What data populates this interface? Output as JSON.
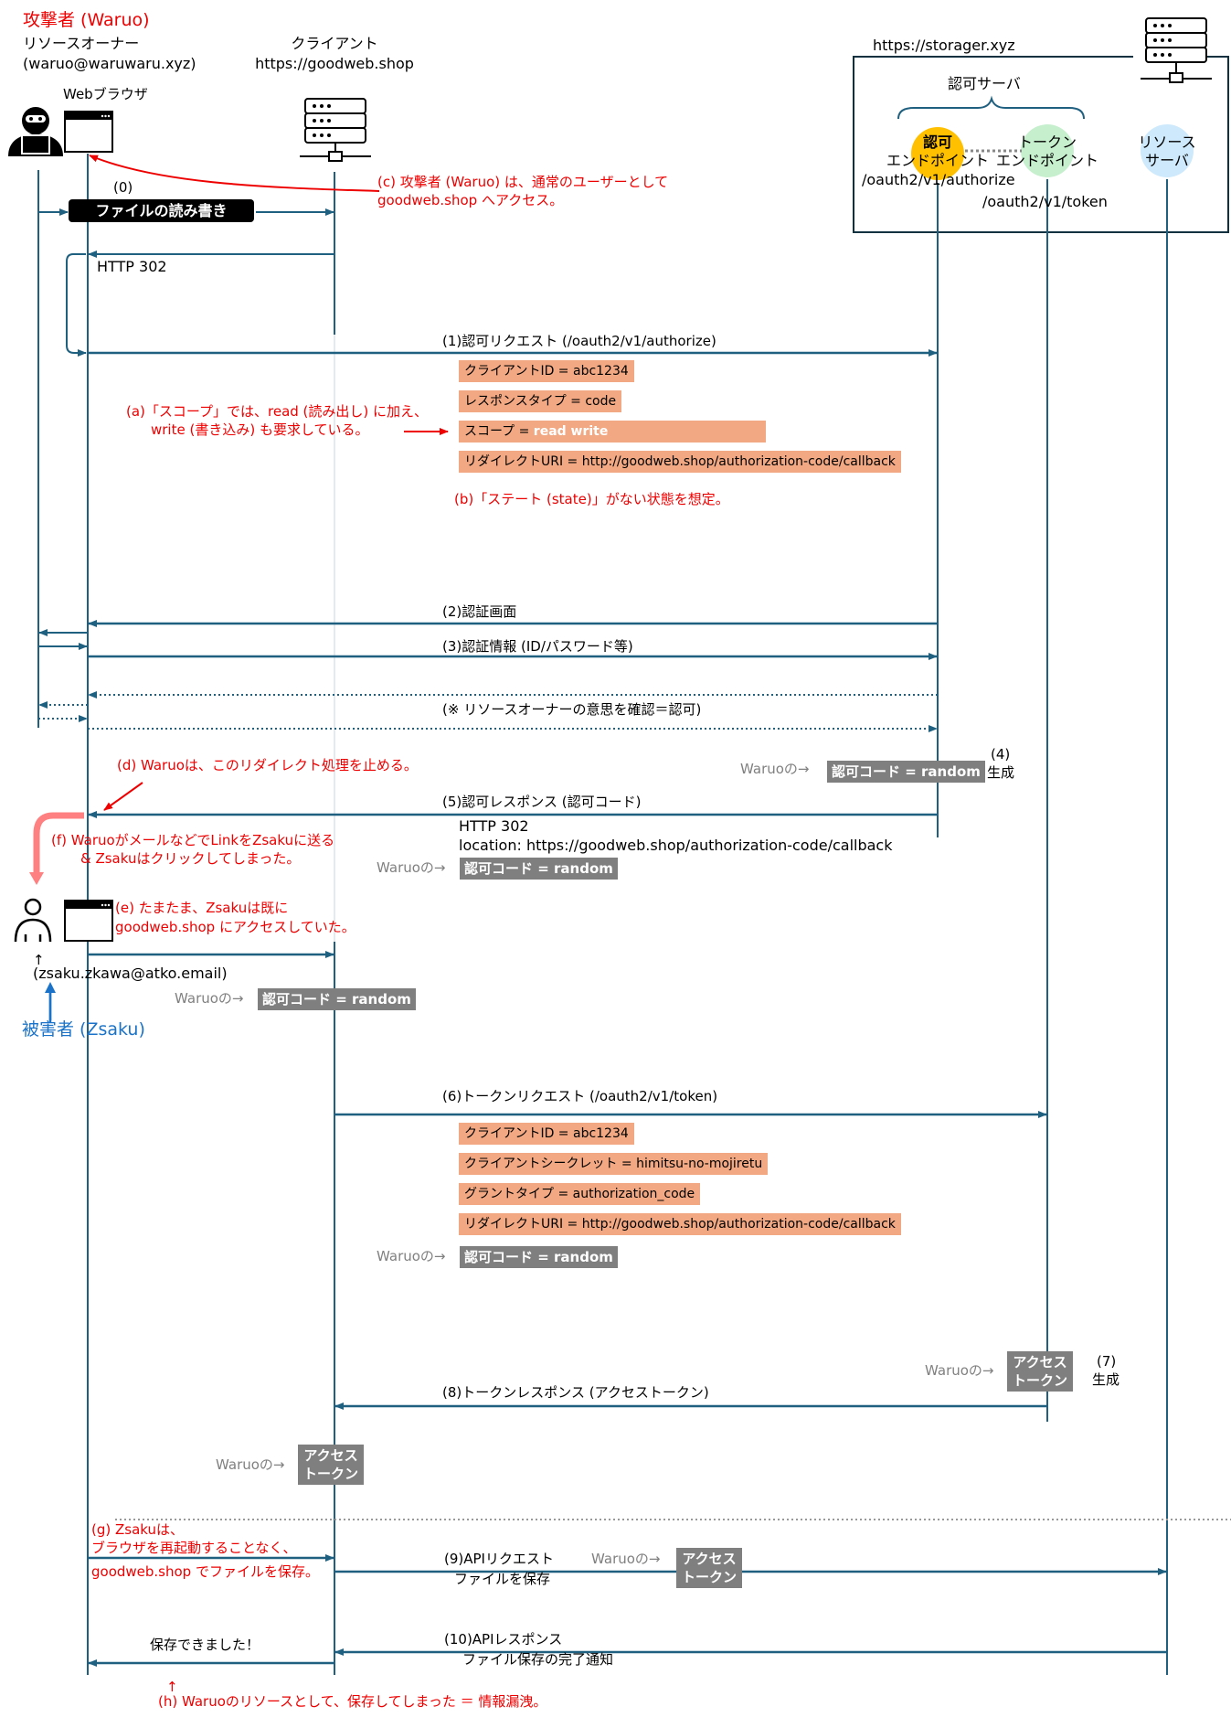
{
  "actors": {
    "attacker": {
      "title": "攻撃者 (Waruo)",
      "role": "リソースオーナー",
      "email": "(waruo@waruwaru.xyz)",
      "browser_label": "Webブラウザ"
    },
    "client": {
      "label": "クライアント",
      "url": "https://goodweb.shop"
    },
    "storage": {
      "url": "https://storager.xyz",
      "auth_server_label": "認可サーバ",
      "authorize_endpoint": {
        "line1": "認可",
        "line2": "エンドポイント",
        "path": "/oauth2/v1/authorize",
        "color": "#ffc000"
      },
      "token_endpoint": {
        "line1": "トークン",
        "line2": "エンドポイント",
        "path": "/oauth2/v1/token",
        "color": "#c6efce"
      },
      "resource_server": {
        "line1": "リソース",
        "line2": "サーバ",
        "color": "#cde9fb"
      }
    },
    "victim": {
      "arrow": "↑",
      "email": "(zsaku.zkawa@atko.email)",
      "title": "被害者 (Zsaku)"
    }
  },
  "steps": {
    "s0_num": "(0)",
    "s0_label": "ファイルの読み書き",
    "http302": "HTTP 302",
    "s1": "(1)認可リクエスト (/oauth2/v1/authorize)",
    "s1_params": [
      {
        "key": "クライアントID = ",
        "value": "abc1234"
      },
      {
        "key": "レスポンスタイプ = ",
        "value": "code"
      },
      {
        "key": "スコープ = ",
        "value": "read write",
        "highlight": true
      },
      {
        "key": "リダイレクトURI = ",
        "value": "http://goodweb.shop/authorization-code/callback"
      }
    ],
    "s2": "(2)認証画面",
    "s3": "(3)認証情報 (ID/パスワード等)",
    "consent": "(※ リソースオーナーの意思を確認＝認可)",
    "s4_num": "(4)",
    "s4_gen": "生成",
    "s5": "(5)認可レスポンス (認可コード)",
    "s5_http": "HTTP 302",
    "s5_location": "location: https://goodweb.shop/authorization-code/callback",
    "s6": "(6)トークンリクエスト (/oauth2/v1/token)",
    "s6_params": [
      {
        "key": "クライアントID = ",
        "value": "abc1234"
      },
      {
        "key": "クライアントシークレット = ",
        "value": "himitsu-no-mojiretu"
      },
      {
        "key": "グラントタイプ = ",
        "value": "authorization_code"
      },
      {
        "key": "リダイレクトURI = ",
        "value": "http://goodweb.shop/authorization-code/callback"
      }
    ],
    "s7_num": "(7)",
    "s7_gen": "生成",
    "s8": "(8)トークンレスポンス (アクセストークン)",
    "s9_line1": "(9)APIリクエスト",
    "s9_line2": "ファイルを保存",
    "s10_line1": "(10)APIレスポンス",
    "s10_line2": "ファイル保存の完了通知",
    "saved": "保存できました！"
  },
  "tokens": {
    "waruo_prefix": "Waruoの→",
    "auth_code": "認可コード = random",
    "access_token_line1": "アクセス",
    "access_token_line2": "トークン"
  },
  "notes": {
    "a_line1": "(a)「スコープ」では、read (読み出し) に加え、",
    "a_line2": "write (書き込み) も要求している。",
    "b": "(b)「ステート (state)」がない状態を想定。",
    "c_line1": "(c) 攻撃者 (Waruo) は、通常のユーザーとして",
    "c_line2": "goodweb.shop へアクセス。",
    "d": "(d) Waruoは、このリダイレクト処理を止める。",
    "e_line1": "(e) たまたま、Zsakuは既に",
    "e_line2": "goodweb.shop にアクセスしていた。",
    "f_line1": "(f) WaruoがメールなどでLinkをZsakuに送る",
    "f_line2": "& Zsakuはクリックしてしまった。",
    "g_line1": "(g) Zsakuは、",
    "g_line2": "ブラウザを再起動することなく、",
    "g_line3": "goodweb.shop でファイルを保存。",
    "h_arrow": "↑",
    "h": "(h) Waruoのリソースとして、保存してしまった ＝ 情報漏洩。"
  },
  "colors": {
    "line": "#1f5f7f",
    "note": "#ee0000",
    "victim": "#1a73c8",
    "param_bg": "#f2a983",
    "token_bg": "#7f7f7f",
    "f_arrow": "#ff8080"
  }
}
